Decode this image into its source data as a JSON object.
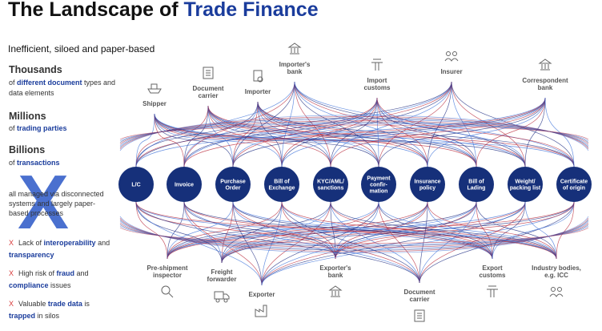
{
  "title": {
    "prefix": "The Landscape of ",
    "accent": "Trade Finance"
  },
  "subtitle": "Inefficient, siloed and paper-based",
  "stats": [
    {
      "value": "Thousands",
      "desc_pre": "of ",
      "desc_bold": "different document",
      "desc_post": " types and data elements"
    },
    {
      "value": "Millions",
      "desc_pre": "of ",
      "desc_bold": "trading parties",
      "desc_post": ""
    },
    {
      "value": "Billions",
      "desc_pre": "of ",
      "desc_bold": "transactions",
      "desc_post": ""
    }
  ],
  "big_mark": "X",
  "managed_text": "all managed via disconnected systems and largely paper-based processes",
  "issues": [
    {
      "pre": "Lack of ",
      "bold1": "interoperability",
      "mid": " and ",
      "bold2": "transparency",
      "post": ""
    },
    {
      "pre": "High risk of ",
      "bold1": "fraud",
      "mid": " and ",
      "bold2": "compliance",
      "post": " issues"
    },
    {
      "pre": "Valuable ",
      "bold1": "trade data",
      "mid": " is ",
      "bold2": "trapped",
      "post": " in silos"
    }
  ],
  "issue_mark": "X",
  "documents": [
    [
      "L/C"
    ],
    [
      "Invoice"
    ],
    [
      "Purchase",
      "Order"
    ],
    [
      "Bill of",
      "Exchange"
    ],
    [
      "KYC/AML/",
      "sanctions"
    ],
    [
      "Payment",
      "confir-",
      "mation"
    ],
    [
      "Insurance",
      "policy"
    ],
    [
      "Bill of",
      "Lading"
    ],
    [
      "Weight/",
      "packing list"
    ],
    [
      "Certificate",
      "of origin"
    ]
  ],
  "top_parties": [
    {
      "lines": [
        "Shipper"
      ],
      "icon": "ship-icon"
    },
    {
      "lines": [
        "Document",
        "carrier"
      ],
      "icon": "document-icon"
    },
    {
      "lines": [
        "Importer"
      ],
      "icon": "certificate-icon"
    },
    {
      "lines": [
        "Importer's",
        "bank"
      ],
      "icon": "bank-icon"
    },
    {
      "lines": [
        "Import",
        "customs"
      ],
      "icon": "customs-icon"
    },
    {
      "lines": [
        "Insurer"
      ],
      "icon": "insurer-icon"
    },
    {
      "lines": [
        "Correspondent",
        "bank"
      ],
      "icon": "bank-icon"
    }
  ],
  "bottom_parties": [
    {
      "lines": [
        "Pre-shipment",
        "inspector"
      ],
      "icon": "magnifier-icon"
    },
    {
      "lines": [
        "Freight",
        "forwarder"
      ],
      "icon": "truck-icon"
    },
    {
      "lines": [
        "Exporter"
      ],
      "icon": "factory-icon"
    },
    {
      "lines": [
        "Exporter's",
        "bank"
      ],
      "icon": "bank-icon"
    },
    {
      "lines": [
        "Document",
        "carrier"
      ],
      "icon": "calendar-icon"
    },
    {
      "lines": [
        "Export",
        "customs"
      ],
      "icon": "customs-icon"
    },
    {
      "lines": [
        "Industry bodies,",
        "e.g. ICC"
      ],
      "icon": "people-icon"
    }
  ],
  "colors": {
    "accent": "#1a3c9c",
    "circle": "#16307a",
    "line_blue": "#3a6fd8",
    "line_red": "#b8283a",
    "line_navy": "#1b2a80",
    "x_mark": "#d83a3a"
  }
}
